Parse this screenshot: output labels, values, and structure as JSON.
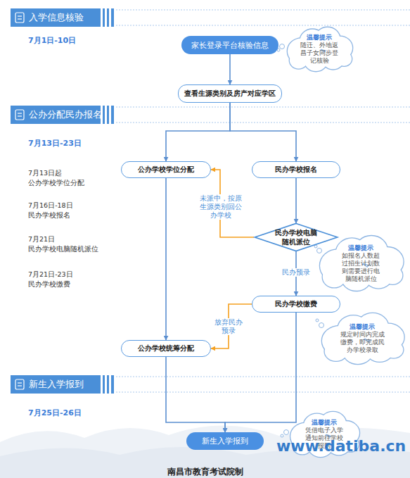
{
  "diagram": {
    "caption": "南昌市教育考试院制",
    "nodes": [
      {
        "text": [
          "入学信息核验"
        ]
      },
      {
        "text": [
          "家长登录平台核验信息"
        ]
      },
      {
        "text": [
          "温馨提示",
          "随迁、外地返昌子女同步登记核验"
        ]
      },
      {
        "text": [
          "查看生源类别及房产对应学区"
        ]
      },
      {
        "text": [
          "公办分配民办报名"
        ]
      },
      {
        "text": [
          "公办学校学位分配"
        ]
      },
      {
        "text": [
          "民办学校报名"
        ]
      },
      {
        "text": [
          "民办学校电脑随机派位"
        ]
      },
      {
        "text": [
          "温馨提示",
          "如报名人数超过招生计划数则需要进行电脑随机派位"
        ]
      },
      {
        "text": [
          "民办学校缴费"
        ]
      },
      {
        "text": [
          "温馨提示",
          "规定时间内完成缴费，即完成民办学校录取"
        ]
      },
      {
        "text": [
          "公办学校统筹分配"
        ]
      },
      {
        "text": [
          "新生入学报到"
        ]
      },
      {
        "text": [
          "新生入学报到"
        ]
      },
      {
        "text": [
          "温馨提示",
          "凭借电子入学通知前往学校报到"
        ]
      }
    ],
    "edges": [
      {
        "from": 1,
        "to": 3,
        "arrow": "to"
      },
      {
        "from": 3,
        "to": 5,
        "arrow": "to"
      },
      {
        "from": 3,
        "to": 6,
        "arrow": "to"
      },
      {
        "from": 6,
        "to": 7,
        "arrow": "to"
      },
      {
        "from": 7,
        "to": 5,
        "label": "未派中，按原生源类别回公办学校",
        "arrow": "to"
      },
      {
        "from": 7,
        "to": 9,
        "label": "民办预录",
        "arrow": "to"
      },
      {
        "from": 9,
        "to": 11,
        "label": "放弃民办预录",
        "arrow": "to"
      },
      {
        "from": 5,
        "to": 11,
        "arrow": "to"
      },
      {
        "from": 11,
        "to": 13,
        "arrow": "to"
      },
      {
        "from": 9,
        "to": 13,
        "arrow": "to"
      }
    ],
    "labels": [
      "7月1日-10日",
      "7月13日-23日",
      "7月13日起",
      "公办学校学位分配",
      "7月16日-18日",
      "民办学校报名",
      "7月21日",
      "民办学校电脑随机派位",
      "7月21日-23日",
      "民办学校缴费",
      "7月25日-26日",
      "www.datiba.cn"
    ]
  }
}
